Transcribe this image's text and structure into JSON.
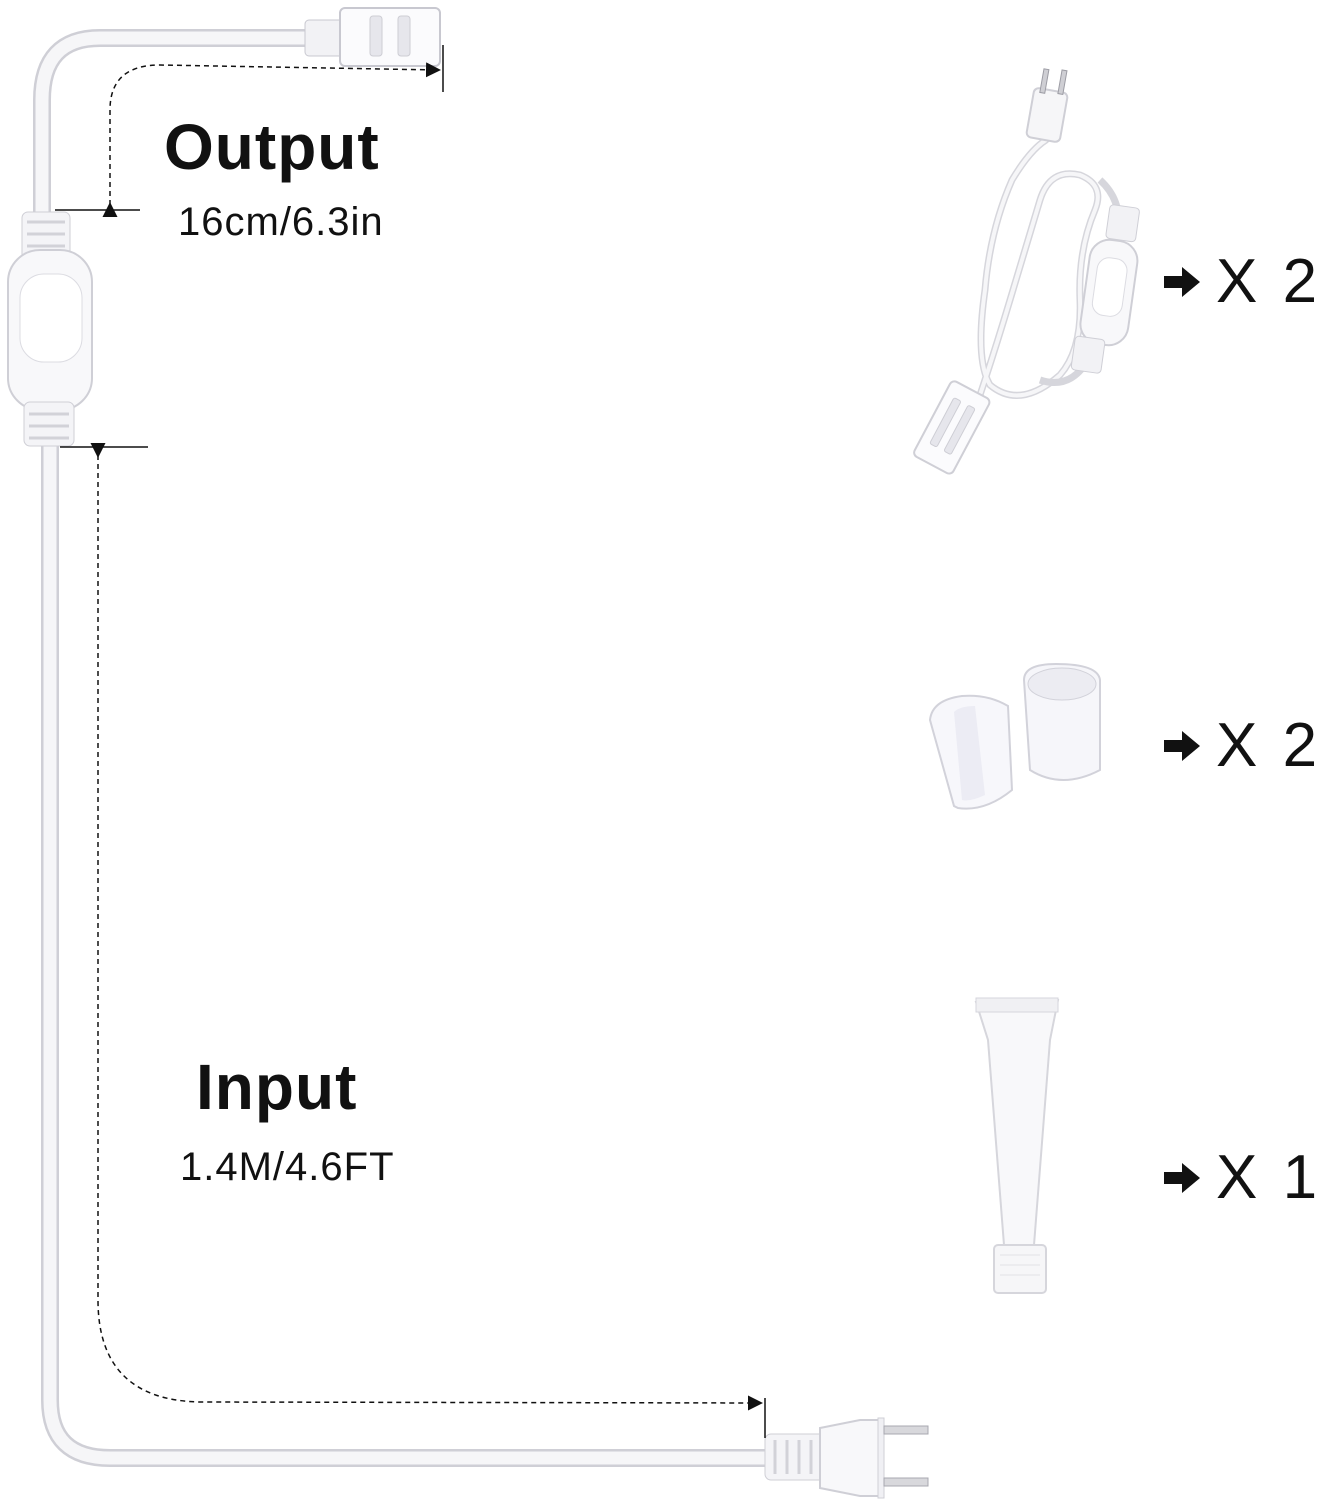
{
  "labels": {
    "output_title": "Output",
    "output_length": "16cm/6.3in",
    "input_title": "Input",
    "input_length": "1.4M/4.6FT"
  },
  "items": [
    {
      "name": "power-cord-switch",
      "quantity": "X 2"
    },
    {
      "name": "end-caps",
      "quantity": "X 2"
    },
    {
      "name": "glue-tube",
      "quantity": "X 1"
    }
  ],
  "icons": [
    "arrow-right-icon"
  ],
  "colors": {
    "background": "#ffffff",
    "text": "#111111",
    "cable": "#f4f4f6",
    "cable_outline": "#d0d0d6"
  }
}
